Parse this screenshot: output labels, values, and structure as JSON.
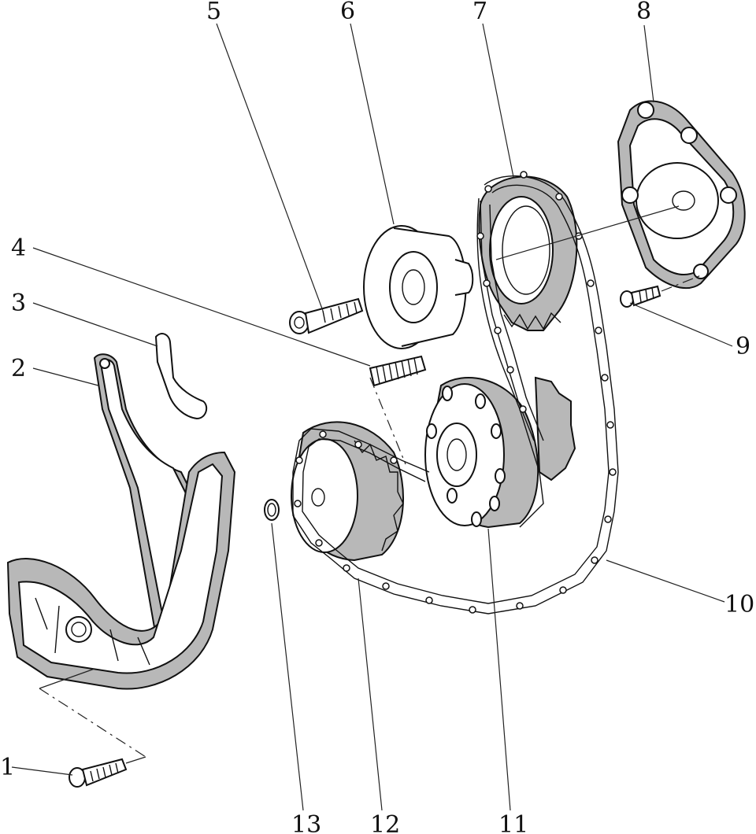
{
  "callouts": [
    {
      "id": "1",
      "label": "1"
    },
    {
      "id": "2",
      "label": "2"
    },
    {
      "id": "3",
      "label": "3"
    },
    {
      "id": "4",
      "label": "4"
    },
    {
      "id": "5",
      "label": "5"
    },
    {
      "id": "6",
      "label": "6"
    },
    {
      "id": "7",
      "label": "7"
    },
    {
      "id": "8",
      "label": "8"
    },
    {
      "id": "9",
      "label": "9"
    },
    {
      "id": "10",
      "label": "10"
    },
    {
      "id": "11",
      "label": "11"
    },
    {
      "id": "12",
      "label": "12"
    },
    {
      "id": "13",
      "label": "13"
    }
  ],
  "colors": {
    "line": "#111111",
    "fill_shade": "#b8b8b8",
    "background": "#ffffff"
  }
}
